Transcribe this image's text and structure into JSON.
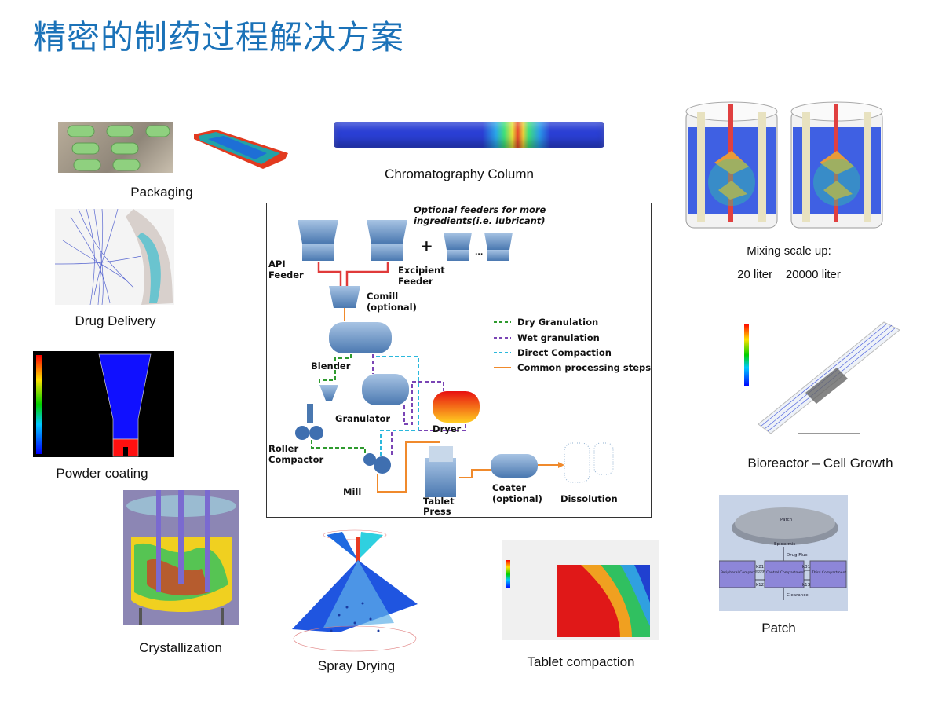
{
  "title": "精密的制药过程解决方案",
  "captions": {
    "packaging": "Packaging",
    "chromatography": "Chromatography Column",
    "mixing_line1": "Mixing scale up:",
    "mixing_line2": "20 liter    20000 liter",
    "drug_delivery": "Drug Delivery",
    "powder_coating": "Powder coating",
    "bioreactor": "Bioreactor – Cell Growth",
    "crystallization": "Crystallization",
    "spray_drying": "Spray Drying",
    "tablet_compaction": "Tablet compaction",
    "patch": "Patch"
  },
  "process_diagram": {
    "optional_note_1": "Optional feeders for more",
    "optional_note_2": "ingredients(i.e. lubricant)",
    "plus": "+",
    "ellipsis": "...",
    "api_feeder_1": "API",
    "api_feeder_2": "Feeder",
    "excipient_1": "Excipient",
    "excipient_2": "Feeder",
    "comill_1": "Comill",
    "comill_2": "(optional)",
    "blender": "Blender",
    "granulator": "Granulator",
    "dryer": "Dryer",
    "roller_1": "Roller",
    "roller_2": "Compactor",
    "mill": "Mill",
    "tablet_1": "Tablet",
    "tablet_2": "Press",
    "coater_1": "Coater",
    "coater_2": "(optional)",
    "dissolution": "Dissolution",
    "legend": [
      {
        "label": "Dry Granulation",
        "color": "#2e9a2e",
        "style": "dashed"
      },
      {
        "label": "Wet granulation",
        "color": "#7a45b5",
        "style": "dashed"
      },
      {
        "label": "Direct Compaction",
        "color": "#2bb8dc",
        "style": "dashed"
      },
      {
        "label": "Common processing steps",
        "color": "#f08a2c",
        "style": "solid"
      }
    ]
  },
  "patch_diagram": {
    "patch": "Patch",
    "epidermis": "Epidermis",
    "drug_flux": "Drug Flux",
    "peripheral": "Peripheral Compartment",
    "central": "Central Compartment",
    "third": "Third Compartment",
    "k21": "k21",
    "k12": "k12",
    "k31": "k31",
    "k13": "k13",
    "clearance": "Clearance"
  },
  "colors": {
    "title": "#1b72b8"
  }
}
